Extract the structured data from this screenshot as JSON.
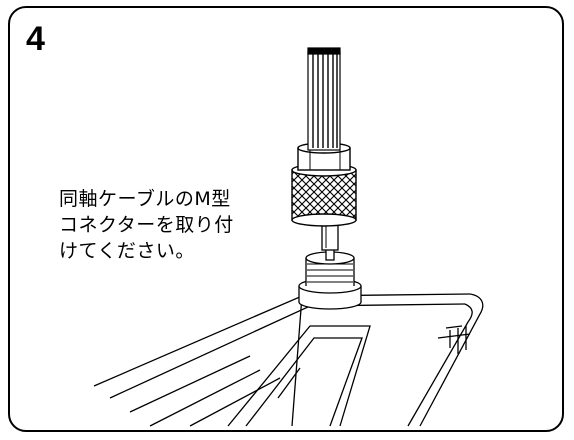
{
  "step": {
    "number": "4"
  },
  "instruction": {
    "lines": [
      "同軸ケーブルのM型",
      "コネクターを取り付",
      "けてください。"
    ]
  }
}
